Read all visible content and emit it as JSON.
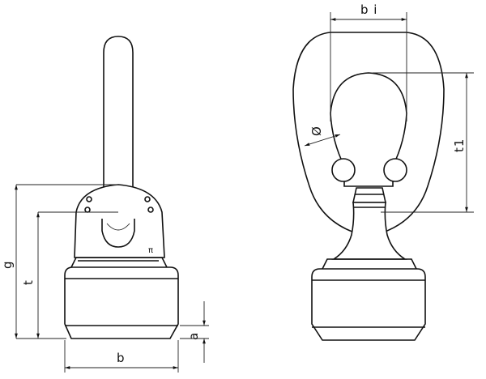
{
  "left_view": {
    "labels": {
      "g": "g",
      "t": "t",
      "a": "a",
      "b": "b"
    },
    "marking": "π"
  },
  "right_view": {
    "labels": {
      "bi": "b i",
      "t1": "t1",
      "dia": "Ø"
    }
  }
}
